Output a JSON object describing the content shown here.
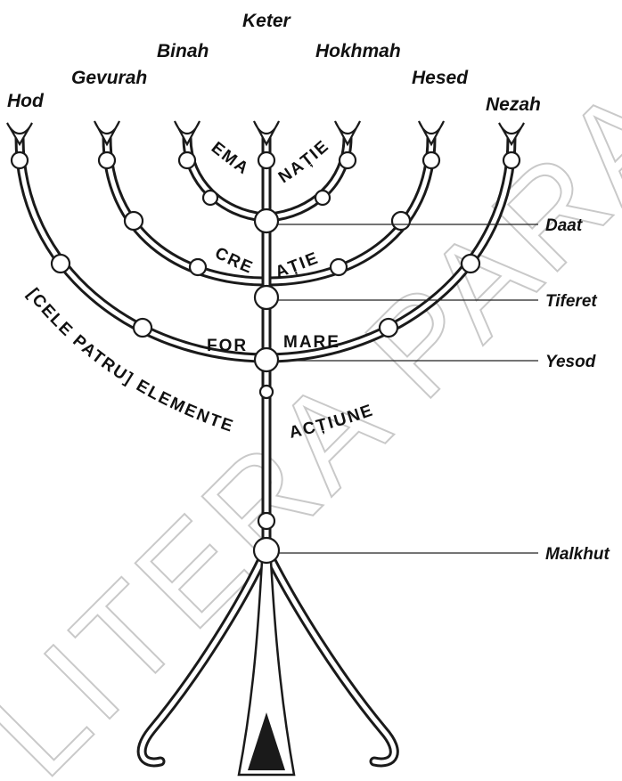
{
  "sefirot_top": {
    "keter": "Keter",
    "binah": "Binah",
    "hokhmah": "Hokhmah",
    "gevurah": "Gevurah",
    "hesed": "Hesed",
    "hod": "Hod",
    "nezah": "Nezah"
  },
  "sefirot_side": {
    "daat": "Daat",
    "tiferet": "Tiferet",
    "yesod": "Yesod",
    "malkhut": "Malkhut"
  },
  "worlds": {
    "emanatie_left": "EMA",
    "emanatie_right": "NAȚIE",
    "creatie_left": "CRE",
    "creatie_right": "AȚIE",
    "formare_left": "FOR",
    "formare_right": "MARE",
    "elemente": "[CELE PATRU] ELEMENTE",
    "actiune": "ACȚIUNE"
  },
  "watermark": "LITERA PARALELA"
}
